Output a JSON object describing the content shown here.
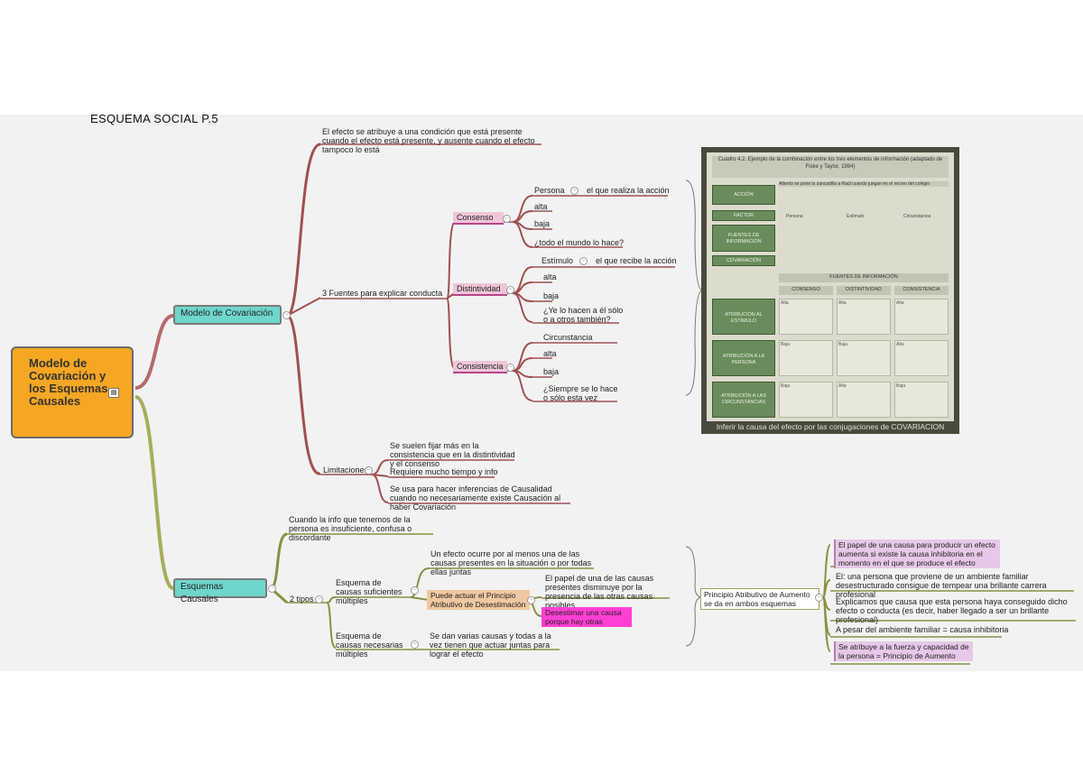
{
  "page_title": "ESQUEMA SOCIAL P.5",
  "root": {
    "label": "Modelo de Covariación y los Esquemas Causales"
  },
  "covariacion": {
    "label": "Modelo de Covariación",
    "intro": "El efecto se atribuye a una condición que está presente cuando el efecto está presente, y ausente cuando el efecto tampoco lo está",
    "fuentes": "3 Fuentes para explicar conducta",
    "consenso": {
      "label": "Consenso",
      "items": [
        "Persona",
        "el que realiza la acción",
        "alta",
        "baja",
        "¿todo el mundo lo hace?"
      ]
    },
    "distintividad": {
      "label": "Distintividad",
      "items": [
        "Estímulo",
        "el que recibe la acción",
        "alta",
        "baja",
        "¿Ye lo hacen a él sólo o a otros también?"
      ]
    },
    "consistencia": {
      "label": "Consistencia",
      "items": [
        "Circunstancia",
        "alta",
        "baja",
        "¿Siempre se lo hace o sólo esta vez"
      ]
    },
    "limitaciones": {
      "label": "Limitaciones",
      "items": [
        "Se suelen fijar más en la consistencia que en la distintividad y el consenso",
        "Requiere mucho tiempo y info",
        "Se usa para hacer inferencias de Causalidad cuando no necesariamente existe Causación al haber Covariación"
      ]
    },
    "table_image": {
      "title": "Cuadro 4.2. Ejemplo de la combinación entre los tres elementos de información (adaptado de Fiske y Taylor, 1984)",
      "example": "Alberto se pone la zancadilla a Raúl cuando juegan en el recreo del colegio",
      "row_labels": [
        "ACCIÓN",
        "FACTOR",
        "FUENTES DE INFORMACIÓN",
        "COVARIACIÓN"
      ],
      "factors": [
        "Persona",
        "Estímulo",
        "Circunstancia"
      ],
      "fuentes_header": "FUENTES DE INFORMACIÓN",
      "col_heads": [
        "CONSENSO",
        "DISTINTIVIDAD",
        "CONSISTENCIA"
      ],
      "attributions": [
        "ATRIBUCIÓN AL ESTÍMULO",
        "ATRIBUCIÓN A LA PERSONA",
        "ATRIBUCIÓN A LAS CIRCUNSTANCIAS"
      ],
      "levels": [
        [
          "Alta",
          "Alta",
          "Alta"
        ],
        [
          "Baja",
          "Baja",
          "Alta"
        ],
        [
          "Baja",
          "Alta",
          "Baja"
        ]
      ],
      "caption": "Inferir la causa del efecto por las conjugaciones de COVARIACION"
    }
  },
  "esquemas": {
    "label": "Esquemas Causales",
    "intro": "Cuando la info que tenemos de la persona es insuficiente, confusa o discordante",
    "tipos": "2 tipos",
    "suficientes": {
      "label": "Esquema de causas suficientes múltiples",
      "desc": "Un efecto ocurre por al menos una de las causas presentes en la situación o por todas ellas juntas",
      "principio": "Puede actuar el Principio Atributivo de Desestimación",
      "desc2": "El papel de una de las causas presentes disminuye por la presencia de las otras causas posibles",
      "desestimar": "Desestimar una causa porque hay otras"
    },
    "necesarias": {
      "label": "Esquema de causas necesarias múltiples",
      "desc": "Se dan varias causas y todas a la vez tienen que actuar juntas para lograr el efecto"
    },
    "aumento": {
      "label": "Principio Atributivo de Aumento se da en ambos esquemas",
      "items": [
        "El papel de una causa para producir un efecto aumenta si existe la causa inhibitoria en el momento en el que se produce el efecto",
        "El: una persona que proviene de un ambiente familiar desestructurado consigue de tempear una brillante carrera profesional",
        "Explicamos que causa que esta persona haya conseguido dicho efecto o conducta (es decir, haber llegado a ser un brillante profesional)",
        "A pesar del ambiente familiar = causa inhibitoria",
        "Se atribuye a la fuerza y capacidad de la persona = Principio de Aumento"
      ]
    }
  }
}
